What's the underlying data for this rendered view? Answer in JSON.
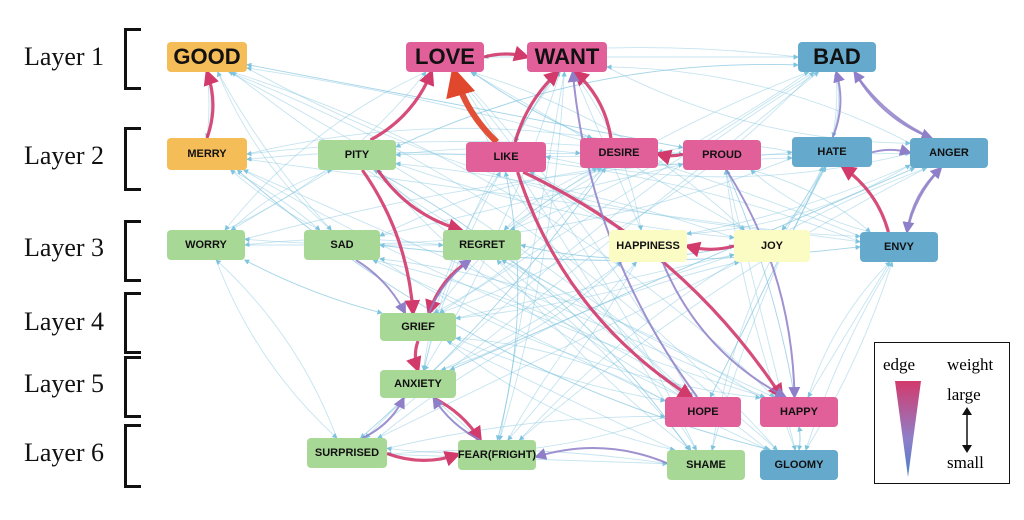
{
  "layers": [
    {
      "id": "l1",
      "label": "Layer 1"
    },
    {
      "id": "l2",
      "label": "Layer 2"
    },
    {
      "id": "l3",
      "label": "Layer 3"
    },
    {
      "id": "l4",
      "label": "Layer 4"
    },
    {
      "id": "l5",
      "label": "Layer 5"
    },
    {
      "id": "l6",
      "label": "Layer 6"
    }
  ],
  "colors": {
    "pink": "#e1609a",
    "blue": "#65a9cc",
    "green": "#a8d896",
    "orange": "#f5bd58",
    "yellow": "#fbfbc4",
    "edge_small": "#7fc4de",
    "edge_mid": "#8f7fc8",
    "edge_large": "#d23a6c",
    "edge_max": "#e0472c"
  },
  "nodes": [
    {
      "id": "GOOD",
      "label": "GOOD",
      "color": "orange",
      "layer": 1
    },
    {
      "id": "LOVE",
      "label": "LOVE",
      "color": "pink",
      "layer": 1
    },
    {
      "id": "WANT",
      "label": "WANT",
      "color": "pink",
      "layer": 1
    },
    {
      "id": "BAD",
      "label": "BAD",
      "color": "blue",
      "layer": 1
    },
    {
      "id": "MERRY",
      "label": "MERRY",
      "color": "orange",
      "layer": 2
    },
    {
      "id": "PITY",
      "label": "PITY",
      "color": "green",
      "layer": 2
    },
    {
      "id": "LIKE",
      "label": "LIKE",
      "color": "pink",
      "layer": 2
    },
    {
      "id": "DESIRE",
      "label": "DESIRE",
      "color": "pink",
      "layer": 2
    },
    {
      "id": "PROUD",
      "label": "PROUD",
      "color": "pink",
      "layer": 2
    },
    {
      "id": "HATE",
      "label": "HATE",
      "color": "blue",
      "layer": 2
    },
    {
      "id": "ANGER",
      "label": "ANGER",
      "color": "blue",
      "layer": 2
    },
    {
      "id": "WORRY",
      "label": "WORRY",
      "color": "green",
      "layer": 3
    },
    {
      "id": "SAD",
      "label": "SAD",
      "color": "green",
      "layer": 3
    },
    {
      "id": "REGRET",
      "label": "REGRET",
      "color": "green",
      "layer": 3
    },
    {
      "id": "HAPPINESS",
      "label": "HAPPINESS",
      "color": "yellow",
      "layer": 3
    },
    {
      "id": "JOY",
      "label": "JOY",
      "color": "yellow",
      "layer": 3
    },
    {
      "id": "ENVY",
      "label": "ENVY",
      "color": "blue",
      "layer": 3
    },
    {
      "id": "GRIEF",
      "label": "GRIEF",
      "color": "green",
      "layer": 4
    },
    {
      "id": "ANXIETY",
      "label": "ANXIETY",
      "color": "green",
      "layer": 5
    },
    {
      "id": "HOPE",
      "label": "HOPE",
      "color": "pink",
      "layer": 5
    },
    {
      "id": "HAPPY",
      "label": "HAPPY",
      "color": "pink",
      "layer": 5
    },
    {
      "id": "SURPRISED",
      "label": "SURPRISED",
      "color": "green",
      "layer": 6
    },
    {
      "id": "FEAR",
      "label": "FEAR(FRIGHT)",
      "color": "green",
      "layer": 6
    },
    {
      "id": "SHAME",
      "label": "SHAME",
      "color": "green",
      "layer": 6
    },
    {
      "id": "GLOOMY",
      "label": "GLOOMY",
      "color": "blue",
      "layer": 6
    }
  ],
  "strong_edges": [
    {
      "from": "LIKE",
      "to": "LOVE",
      "weight": "max"
    },
    {
      "from": "MERRY",
      "to": "GOOD",
      "weight": "large"
    },
    {
      "from": "LOVE",
      "to": "WANT",
      "weight": "large"
    },
    {
      "from": "PITY",
      "to": "LOVE",
      "weight": "large"
    },
    {
      "from": "LIKE",
      "to": "WANT",
      "weight": "large"
    },
    {
      "from": "DESIRE",
      "to": "WANT",
      "weight": "large"
    },
    {
      "from": "PROUD",
      "to": "DESIRE",
      "weight": "large"
    },
    {
      "from": "PITY",
      "to": "REGRET",
      "weight": "large"
    },
    {
      "from": "PITY",
      "to": "GRIEF",
      "weight": "large"
    },
    {
      "from": "REGRET",
      "to": "GRIEF",
      "weight": "large"
    },
    {
      "from": "SAD",
      "to": "GRIEF",
      "weight": "medium"
    },
    {
      "from": "GRIEF",
      "to": "ANXIETY",
      "weight": "large"
    },
    {
      "from": "ANXIETY",
      "to": "FEAR",
      "weight": "large"
    },
    {
      "from": "SURPRISED",
      "to": "FEAR",
      "weight": "large"
    },
    {
      "from": "LIKE",
      "to": "HAPPY",
      "weight": "large"
    },
    {
      "from": "LIKE",
      "to": "HOPE",
      "weight": "large"
    },
    {
      "from": "JOY",
      "to": "HAPPINESS",
      "weight": "large"
    },
    {
      "from": "ENVY",
      "to": "HATE",
      "weight": "large"
    },
    {
      "from": "ENVY",
      "to": "ANGER",
      "weight": "medium"
    },
    {
      "from": "BAD",
      "to": "ANGER",
      "weight": "medium"
    },
    {
      "from": "HATE",
      "to": "ANGER",
      "weight": "medium"
    },
    {
      "from": "ANGER",
      "to": "ENVY",
      "weight": "medium"
    },
    {
      "from": "PROUD",
      "to": "HAPPY",
      "weight": "medium"
    },
    {
      "from": "HAPPINESS",
      "to": "HAPPY",
      "weight": "medium"
    },
    {
      "from": "FEAR",
      "to": "ANXIETY",
      "weight": "medium"
    },
    {
      "from": "SURPRISED",
      "to": "ANXIETY",
      "weight": "medium"
    },
    {
      "from": "GRIEF",
      "to": "REGRET",
      "weight": "medium"
    },
    {
      "from": "HATE",
      "to": "BAD",
      "weight": "medium"
    },
    {
      "from": "ANGER",
      "to": "BAD",
      "weight": "medium"
    },
    {
      "from": "SHAME",
      "to": "FEAR",
      "weight": "medium"
    },
    {
      "from": "HOPE",
      "to": "WANT",
      "weight": "medium"
    }
  ],
  "legend": {
    "edge_label": "edge",
    "weight_label": "weight",
    "large_label": "large",
    "small_label": "small"
  }
}
